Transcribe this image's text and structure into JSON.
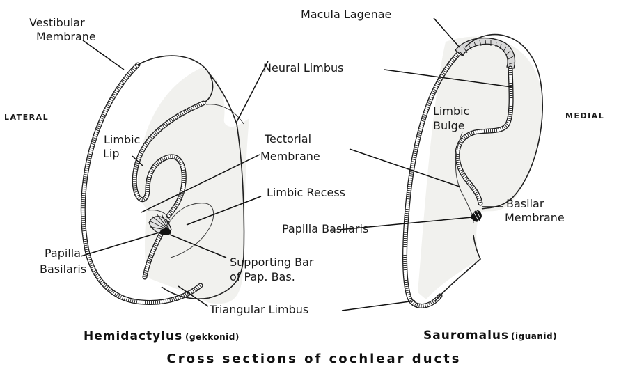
{
  "labels": {
    "vestibular_membrane": [
      "Vestibular",
      "Membrane"
    ],
    "macula_lagenae": "Macula  Lagenae",
    "neural_limbus": "Neural  Limbus",
    "lateral": "LATERAL",
    "medial": "MEDIAL",
    "limbic_lip": [
      "Limbic",
      "Lip"
    ],
    "limbic_bulge": [
      "Limbic",
      "Bulge"
    ],
    "tectorial_membrane": [
      "Tectorial",
      "Membrane"
    ],
    "limbic_recess": "Limbic  Recess",
    "basilar_membrane": [
      "Basilar",
      "Membrane"
    ],
    "papilla_basilaris_right": "Papilla  Basilaris",
    "papilla_basilaris_left": [
      "Papilla",
      "Basilaris"
    ],
    "supporting_bar": [
      "Supporting  Bar",
      "of  Pap.  Bas."
    ],
    "triangular_limbus": "Triangular  Limbus"
  },
  "captions": {
    "left_genus": "Hemidactylus",
    "left_family": "(gekkonid)",
    "right_genus": "Sauromalus",
    "right_family": "(iguanid)",
    "title": "Cross  sections  of  cochlear  ducts"
  }
}
